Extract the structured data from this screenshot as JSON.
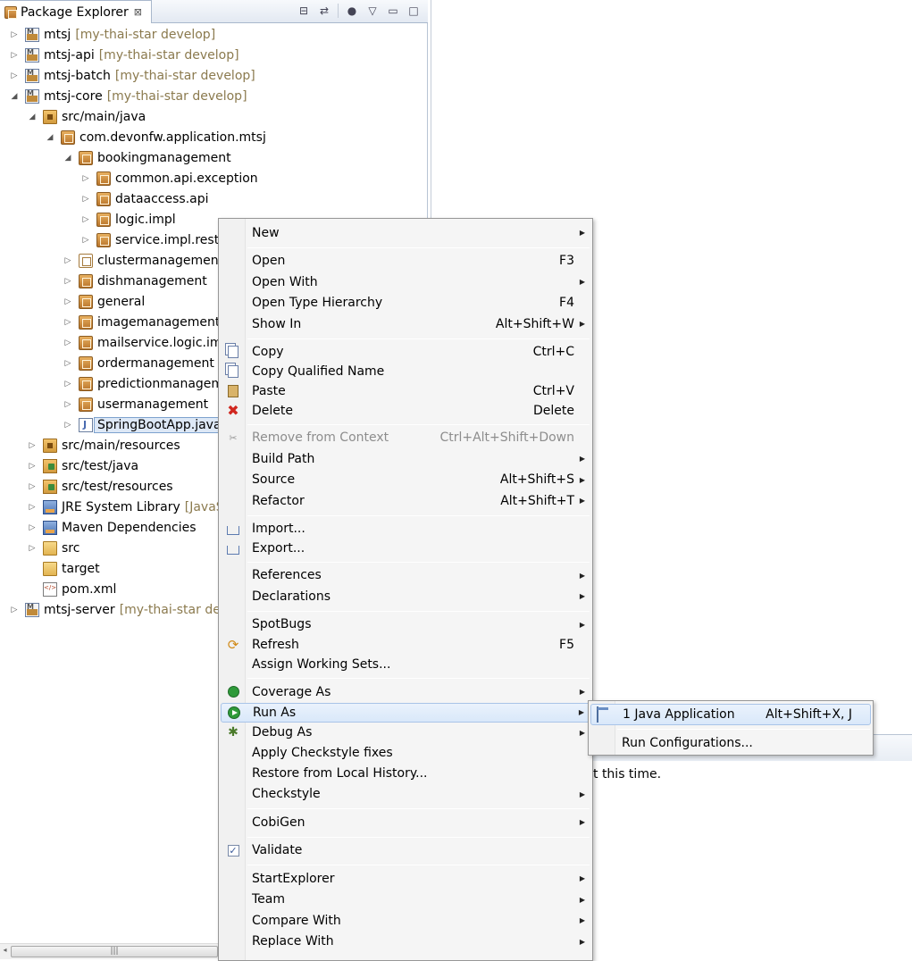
{
  "view": {
    "title": "Package Explorer",
    "close_glyph": "⊠",
    "toolbar_icons": [
      "collapse-all-icon",
      "link-with-editor-icon",
      "focus-icon",
      "view-menu-icon",
      "minimize-icon",
      "maximize-icon"
    ]
  },
  "tree": [
    {
      "label": "mtsj",
      "deco": "[my-thai-star develop]",
      "icon": "project-icon",
      "depth": 0,
      "twisty": "collapsed"
    },
    {
      "label": "mtsj-api",
      "deco": "[my-thai-star develop]",
      "icon": "project-icon",
      "depth": 0,
      "twisty": "collapsed"
    },
    {
      "label": "mtsj-batch",
      "deco": "[my-thai-star develop]",
      "icon": "project-icon",
      "depth": 0,
      "twisty": "collapsed"
    },
    {
      "label": "mtsj-core",
      "deco": "[my-thai-star develop]",
      "icon": "project-icon",
      "depth": 0,
      "twisty": "expanded"
    },
    {
      "label": "src/main/java",
      "deco": "",
      "icon": "source-folder-icon",
      "depth": 1,
      "twisty": "expanded"
    },
    {
      "label": "com.devonfw.application.mtsj",
      "deco": "",
      "icon": "package-icon",
      "depth": 2,
      "twisty": "expanded"
    },
    {
      "label": "bookingmanagement",
      "deco": "",
      "icon": "package-icon",
      "depth": 3,
      "twisty": "expanded"
    },
    {
      "label": "common.api.exception",
      "deco": "",
      "icon": "package-icon",
      "depth": 4,
      "twisty": "collapsed"
    },
    {
      "label": "dataaccess.api",
      "deco": "",
      "icon": "package-icon",
      "depth": 4,
      "twisty": "collapsed"
    },
    {
      "label": "logic.impl",
      "deco": "",
      "icon": "package-icon",
      "depth": 4,
      "twisty": "collapsed"
    },
    {
      "label": "service.impl.rest",
      "deco": "",
      "icon": "package-icon",
      "depth": 4,
      "twisty": "collapsed"
    },
    {
      "label": "clustermanagement",
      "deco": "",
      "icon": "empty-package-icon",
      "depth": 3,
      "twisty": "collapsed"
    },
    {
      "label": "dishmanagement",
      "deco": "",
      "icon": "package-icon",
      "depth": 3,
      "twisty": "collapsed"
    },
    {
      "label": "general",
      "deco": "",
      "icon": "package-icon",
      "depth": 3,
      "twisty": "collapsed"
    },
    {
      "label": "imagemanagement",
      "deco": "",
      "icon": "package-icon",
      "depth": 3,
      "twisty": "collapsed"
    },
    {
      "label": "mailservice.logic.imp",
      "deco": "",
      "icon": "package-icon",
      "depth": 3,
      "twisty": "collapsed"
    },
    {
      "label": "ordermanagement",
      "deco": "",
      "icon": "package-icon",
      "depth": 3,
      "twisty": "collapsed"
    },
    {
      "label": "predictionmanageme",
      "deco": "",
      "icon": "package-icon",
      "depth": 3,
      "twisty": "collapsed"
    },
    {
      "label": "usermanagement",
      "deco": "",
      "icon": "package-icon",
      "depth": 3,
      "twisty": "collapsed"
    },
    {
      "label": "SpringBootApp.java",
      "deco": "",
      "icon": "java-file-icon",
      "depth": 3,
      "twisty": "collapsed",
      "selected": true
    },
    {
      "label": "src/main/resources",
      "deco": "",
      "icon": "source-folder-icon",
      "depth": 1,
      "twisty": "collapsed"
    },
    {
      "label": "src/test/java",
      "deco": "",
      "icon": "test-source-folder-icon",
      "depth": 1,
      "twisty": "collapsed"
    },
    {
      "label": "src/test/resources",
      "deco": "",
      "icon": "test-source-folder-icon",
      "depth": 1,
      "twisty": "collapsed"
    },
    {
      "label": "JRE System Library",
      "deco": "[JavaSE-",
      "icon": "library-icon",
      "depth": 1,
      "twisty": "collapsed"
    },
    {
      "label": "Maven Dependencies",
      "deco": "",
      "icon": "library-icon",
      "depth": 1,
      "twisty": "collapsed"
    },
    {
      "label": "src",
      "deco": "",
      "icon": "folder-icon",
      "depth": 1,
      "twisty": "collapsed"
    },
    {
      "label": "target",
      "deco": "",
      "icon": "folder-icon",
      "depth": 1,
      "twisty": "none"
    },
    {
      "label": "pom.xml",
      "deco": "",
      "icon": "xml-file-icon",
      "depth": 1,
      "twisty": "none"
    },
    {
      "label": "mtsj-server",
      "deco": "[my-thai-star deve",
      "icon": "project-icon",
      "depth": 0,
      "twisty": "collapsed"
    }
  ],
  "scrollbar": {
    "thumb_grip": "|||"
  },
  "panel": {
    "message": "t this time."
  },
  "context_menu": {
    "items": [
      {
        "label": "New",
        "accel": "",
        "submenu": true
      },
      {
        "sep": true
      },
      {
        "label": "Open",
        "accel": "F3"
      },
      {
        "label": "Open With",
        "accel": "",
        "submenu": true
      },
      {
        "label": "Open Type Hierarchy",
        "accel": "F4"
      },
      {
        "label": "Show In",
        "accel": "Alt+Shift+W",
        "submenu": true
      },
      {
        "sep": true
      },
      {
        "label": "Copy",
        "accel": "Ctrl+C",
        "icon": "copy-icon"
      },
      {
        "label": "Copy Qualified Name",
        "accel": "",
        "icon": "copy-qualified-name-icon"
      },
      {
        "label": "Paste",
        "accel": "Ctrl+V",
        "icon": "paste-icon"
      },
      {
        "label": "Delete",
        "accel": "Delete",
        "icon": "delete-icon"
      },
      {
        "sep": true
      },
      {
        "label": "Remove from Context",
        "accel": "Ctrl+Alt+Shift+Down",
        "disabled": true,
        "icon": "remove-context-icon"
      },
      {
        "label": "Build Path",
        "accel": "",
        "submenu": true
      },
      {
        "label": "Source",
        "accel": "Alt+Shift+S",
        "submenu": true
      },
      {
        "label": "Refactor",
        "accel": "Alt+Shift+T",
        "submenu": true
      },
      {
        "sep": true
      },
      {
        "label": "Import...",
        "accel": "",
        "icon": "import-icon"
      },
      {
        "label": "Export...",
        "accel": "",
        "icon": "export-icon"
      },
      {
        "sep": true
      },
      {
        "label": "References",
        "accel": "",
        "submenu": true
      },
      {
        "label": "Declarations",
        "accel": "",
        "submenu": true
      },
      {
        "sep": true
      },
      {
        "label": "SpotBugs",
        "accel": "",
        "submenu": true
      },
      {
        "label": "Refresh",
        "accel": "F5",
        "icon": "refresh-icon"
      },
      {
        "label": "Assign Working Sets...",
        "accel": ""
      },
      {
        "sep": true
      },
      {
        "label": "Coverage As",
        "accel": "",
        "submenu": true,
        "icon": "coverage-icon"
      },
      {
        "label": "Run As",
        "accel": "",
        "submenu": true,
        "icon": "run-icon",
        "hover": true
      },
      {
        "label": "Debug As",
        "accel": "",
        "submenu": true,
        "icon": "debug-icon"
      },
      {
        "label": "Apply Checkstyle fixes",
        "accel": ""
      },
      {
        "label": "Restore from Local History...",
        "accel": ""
      },
      {
        "label": "Checkstyle",
        "accel": "",
        "submenu": true
      },
      {
        "sep": true
      },
      {
        "label": "CobiGen",
        "accel": "",
        "submenu": true
      },
      {
        "sep": true
      },
      {
        "label": "Validate",
        "accel": "",
        "icon": "checkbox-icon"
      },
      {
        "sep": true
      },
      {
        "label": "StartExplorer",
        "accel": "",
        "submenu": true
      },
      {
        "label": "Team",
        "accel": "",
        "submenu": true
      },
      {
        "label": "Compare With",
        "accel": "",
        "submenu": true
      },
      {
        "label": "Replace With",
        "accel": "",
        "submenu": true
      }
    ]
  },
  "submenu": {
    "items": [
      {
        "label": "1 Java Application",
        "accel": "Alt+Shift+X, J",
        "icon": "java-application-icon",
        "hover": true
      },
      {
        "sep": true
      },
      {
        "label": "Run Configurations...",
        "accel": ""
      }
    ]
  }
}
